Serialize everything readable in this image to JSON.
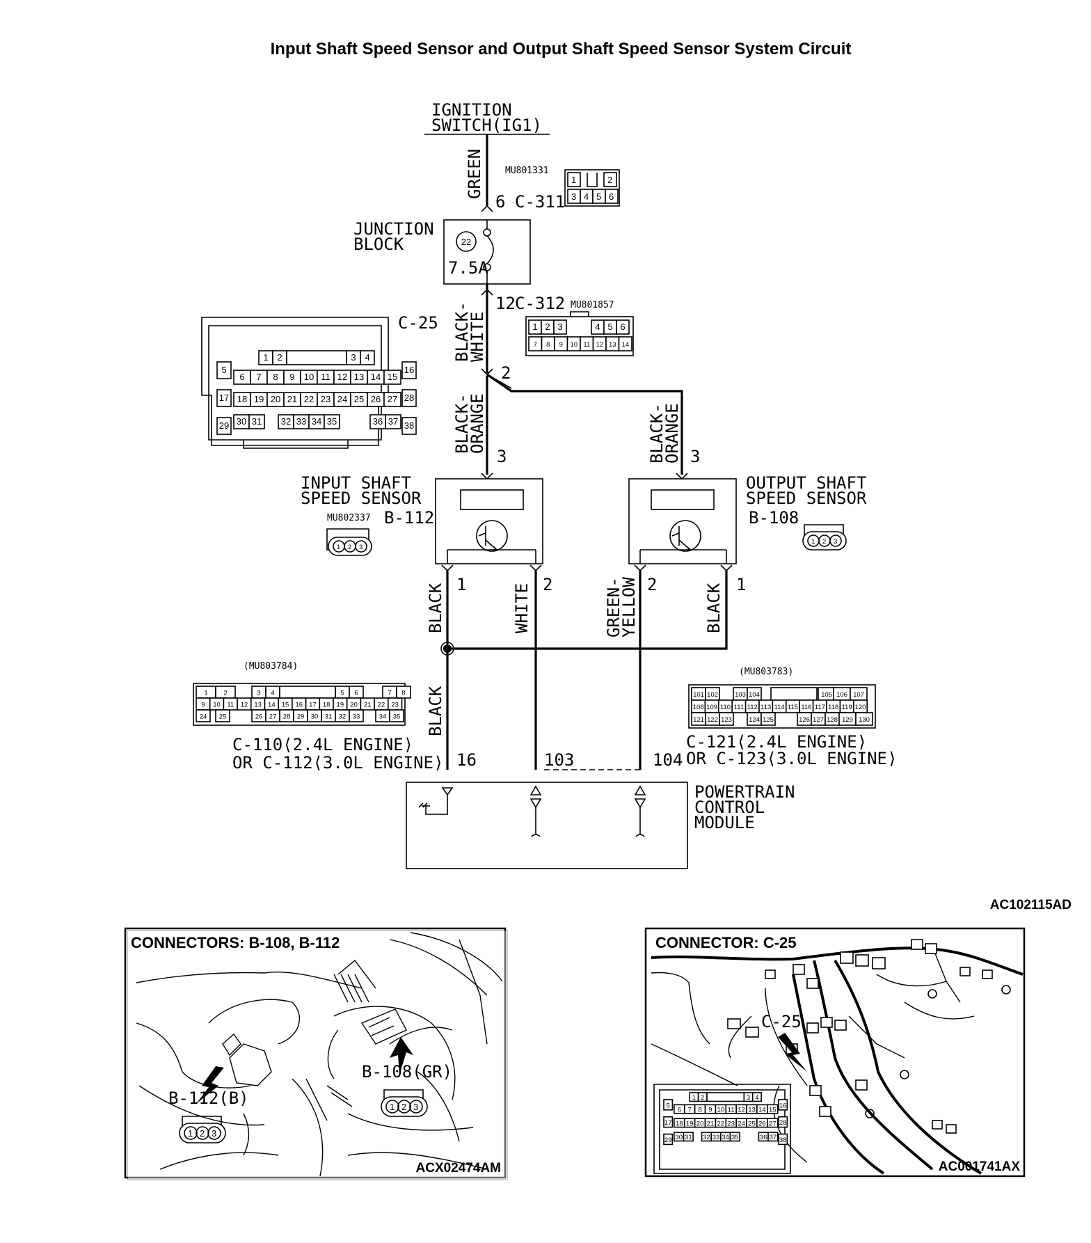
{
  "title": "Input Shaft Speed Sensor and Output Shaft Speed Sensor System Circuit",
  "ignition": {
    "line1": "IGNITION",
    "line2": "SWITCH(IG1)"
  },
  "wires": {
    "green": "GREEN",
    "black_white_1": "BLACK-",
    "black_white_2": "WHITE",
    "black_orange_1": "BLACK-",
    "black_orange_2": "ORANGE",
    "black": "BLACK",
    "white": "WHITE",
    "green_yellow_1": "GREEN-",
    "green_yellow_2": "YELLOW"
  },
  "connectors": {
    "c311": {
      "pin": "6",
      "name": "C-311",
      "part": "MU801331",
      "pins_top": [
        "1",
        "2"
      ],
      "pins_bottom": [
        "3",
        "4",
        "5",
        "6"
      ]
    },
    "c312": {
      "pin": "12",
      "name": "C-312",
      "part": "MU801857",
      "pins_top": [
        "1",
        "2",
        "3",
        "4",
        "5",
        "6"
      ],
      "pins_bottom": [
        "7",
        "8",
        "9",
        "10",
        "11",
        "12",
        "13",
        "14"
      ]
    },
    "c25": {
      "name": "C-25",
      "row1": [
        "1",
        "2",
        "3",
        "4"
      ],
      "row2": [
        "5",
        "16"
      ],
      "row3": [
        "6",
        "7",
        "8",
        "9",
        "10",
        "11",
        "12",
        "13",
        "14",
        "15"
      ],
      "row4": [
        "17",
        "28"
      ],
      "row5": [
        "18",
        "19",
        "20",
        "21",
        "22",
        "23",
        "24",
        "25",
        "26",
        "27"
      ],
      "row6": [
        "29",
        "38"
      ],
      "row7": [
        "30",
        "31",
        "32",
        "33",
        "34",
        "35",
        "36",
        "37"
      ]
    },
    "c110": {
      "part": "(MU803784)",
      "line1": "C-110⟨2.4L ENGINE⟩",
      "line2": "OR C-112⟨3.0L ENGINE⟩",
      "pin": "16",
      "row1": [
        "1",
        "2",
        "3",
        "4",
        "5",
        "6",
        "7",
        "8"
      ],
      "row2": [
        "9",
        "10",
        "11",
        "12",
        "13",
        "14",
        "15",
        "16",
        "17",
        "18",
        "19",
        "20",
        "21",
        "22",
        "23"
      ],
      "row3": [
        "24",
        "25",
        "26",
        "27",
        "28",
        "29",
        "30",
        "31",
        "32",
        "33",
        "34",
        "35"
      ]
    },
    "c121": {
      "part": "(MU803783)",
      "line1": "C-121⟨2.4L ENGINE⟩",
      "line2": "OR C-123⟨3.0L ENGINE⟩",
      "pin103": "103",
      "pin104": "104",
      "row1": [
        "101",
        "102",
        "103",
        "104",
        "105",
        "106",
        "107"
      ],
      "row2": [
        "108",
        "109",
        "110",
        "111",
        "112",
        "113",
        "114",
        "115",
        "116",
        "117",
        "118",
        "119",
        "120"
      ],
      "row3": [
        "121",
        "122",
        "123",
        "124",
        "125",
        "126",
        "127",
        "128",
        "129",
        "130"
      ]
    }
  },
  "junction": {
    "line1": "JUNCTION",
    "line2": "BLOCK",
    "fuse_no": "22",
    "rating": "7.5A"
  },
  "splice_pin": "2",
  "input_sensor": {
    "line1": "INPUT SHAFT",
    "line2": "SPEED SENSOR",
    "part": "MU802337",
    "name": "B-112",
    "pin_top": "3",
    "pin1": "1",
    "pin2": "2"
  },
  "output_sensor": {
    "line1": "OUTPUT SHAFT",
    "line2": "SPEED SENSOR",
    "name": "B-108",
    "pin_top": "3",
    "pin1": "1",
    "pin2": "2"
  },
  "sensor_conn_pins": [
    "1",
    "2",
    "3"
  ],
  "pcm": {
    "line1": "POWERTRAIN",
    "line2": "CONTROL",
    "line3": "MODULE"
  },
  "figure_code": "AC102115AD",
  "panel_left": {
    "title": "CONNECTORS: B-108, B-112",
    "label_b112": "B-112(B)",
    "label_b108": "B-108(GR)",
    "code": "ACX02474AM"
  },
  "panel_right": {
    "title": "CONNECTOR: C-25",
    "label": "C-25",
    "code": "AC001741AX"
  }
}
